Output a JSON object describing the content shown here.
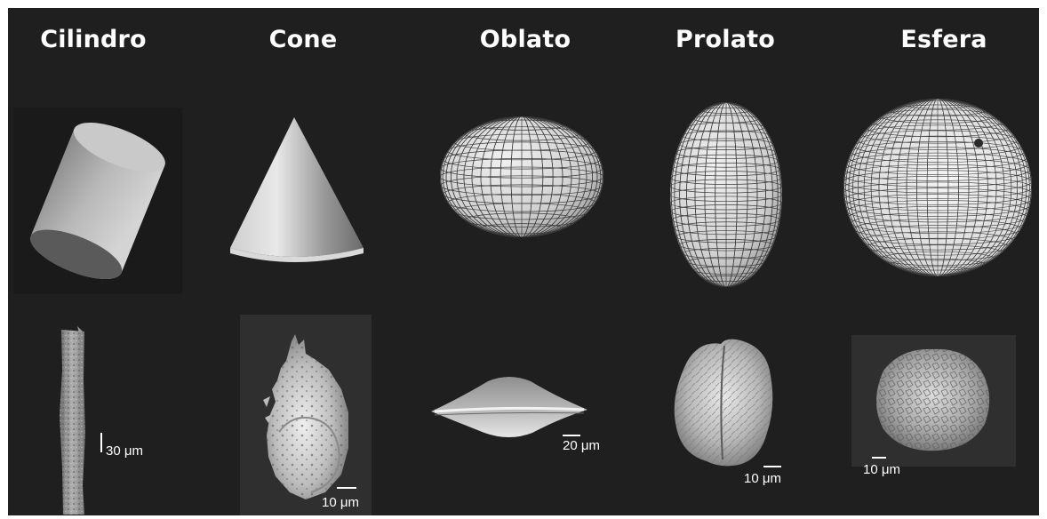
{
  "columns": [
    {
      "id": "cilindro",
      "title": "Cilindro",
      "scale": "30 μm"
    },
    {
      "id": "cone",
      "title": "Cone",
      "scale": "10 μm"
    },
    {
      "id": "oblato",
      "title": "Oblato",
      "scale": "20 μm"
    },
    {
      "id": "prolato",
      "title": "Prolato",
      "scale": "10 μm"
    },
    {
      "id": "esfera",
      "title": "Esfera",
      "scale": "10 μm"
    }
  ],
  "colors": {
    "background": "#1f1f1f",
    "text": "#ffffff",
    "mesh_line": "#3a3a3a"
  }
}
